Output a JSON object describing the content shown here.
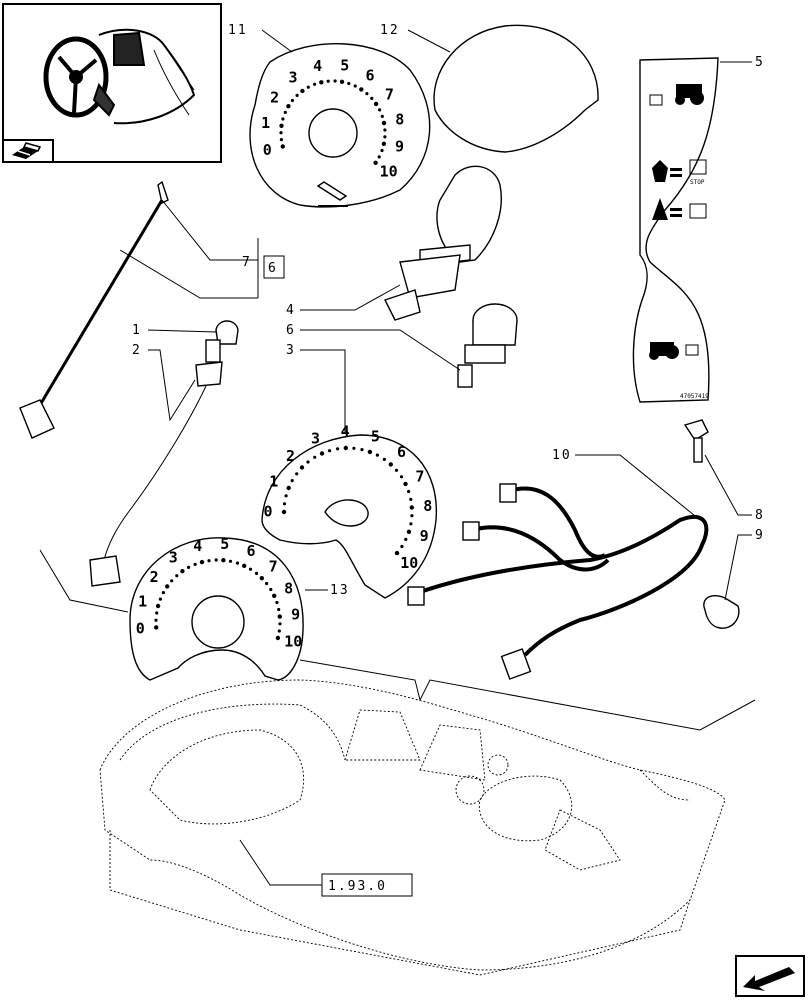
{
  "callouts": [
    "11",
    "12",
    "5",
    "7",
    "6",
    "4",
    "6",
    "1",
    "2",
    "3",
    "10",
    "8",
    "9",
    "13"
  ],
  "group_box_label": "6",
  "ref_label": "1.93.0",
  "gauge_numbers": [
    "0",
    "1",
    "2",
    "3",
    "4",
    "5",
    "6",
    "7",
    "8",
    "9",
    "10"
  ],
  "decal_texts": {
    "stop": "STOP",
    "part_code": "47057419"
  },
  "icons": [
    "tractor-thumbnail-icon",
    "open-book-icon",
    "next-page-arrow-icon"
  ]
}
